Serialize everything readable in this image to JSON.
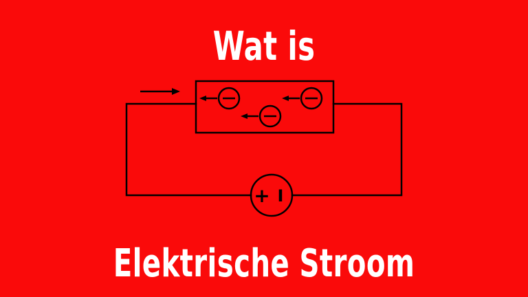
{
  "title_top": "Wat is",
  "title_bottom": "Elektrische Stroom",
  "battery": {
    "plus": "+",
    "minus": "I"
  },
  "colors": {
    "background": "#fa0a0a",
    "text": "#ffffff",
    "wire": "#000000"
  }
}
